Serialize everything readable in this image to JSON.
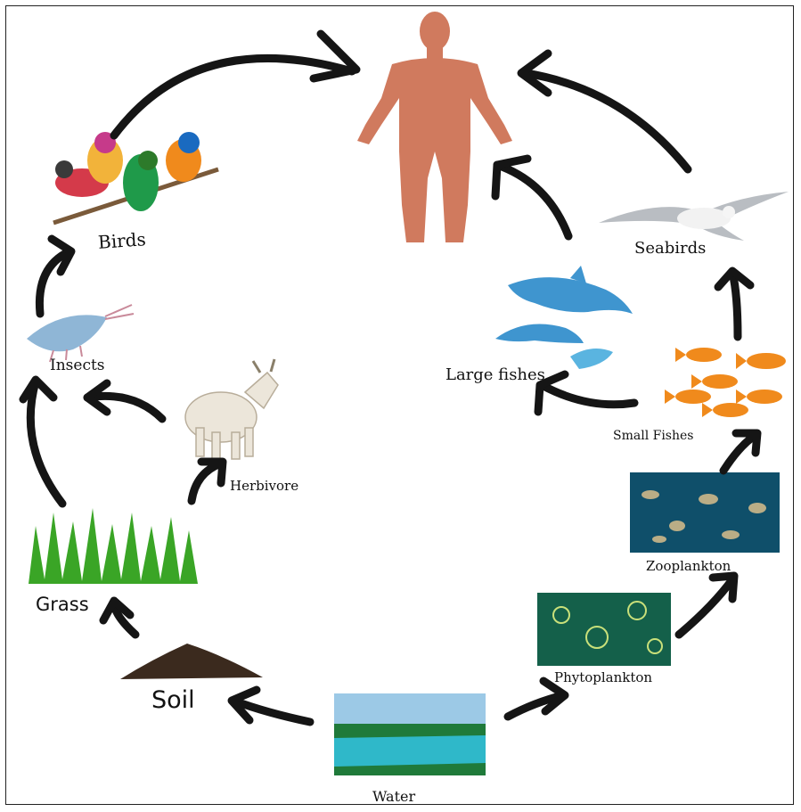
{
  "nodes": {
    "human": "",
    "birds": "Birds",
    "seabirds": "Seabirds",
    "insects": "Insects",
    "herbivore": "Herbivore",
    "large_fishes": "Large fishes",
    "small_fishes": "Small Fishes",
    "zooplankton": "Zooplankton",
    "phytoplankton": "Phytoplankton",
    "grass": "Grass",
    "soil": "Soil",
    "water": "Water"
  },
  "colors": {
    "arrow": "#151515",
    "human": "#d07a5e",
    "water": "#2fb8c9",
    "grass": "#3aa526",
    "soil": "#3b2a1e",
    "plankton": "#0f4f6a",
    "fish": "#f08a1c",
    "dolphin": "#3f95cf"
  },
  "icons": [
    "human-figure-icon",
    "birds-icon",
    "seabird-icon",
    "shrimp-icon",
    "goat-icon",
    "dolphins-icon",
    "goldfish-icon",
    "zooplankton-icon",
    "phytoplankton-icon",
    "grass-icon",
    "soil-icon",
    "lake-icon"
  ]
}
